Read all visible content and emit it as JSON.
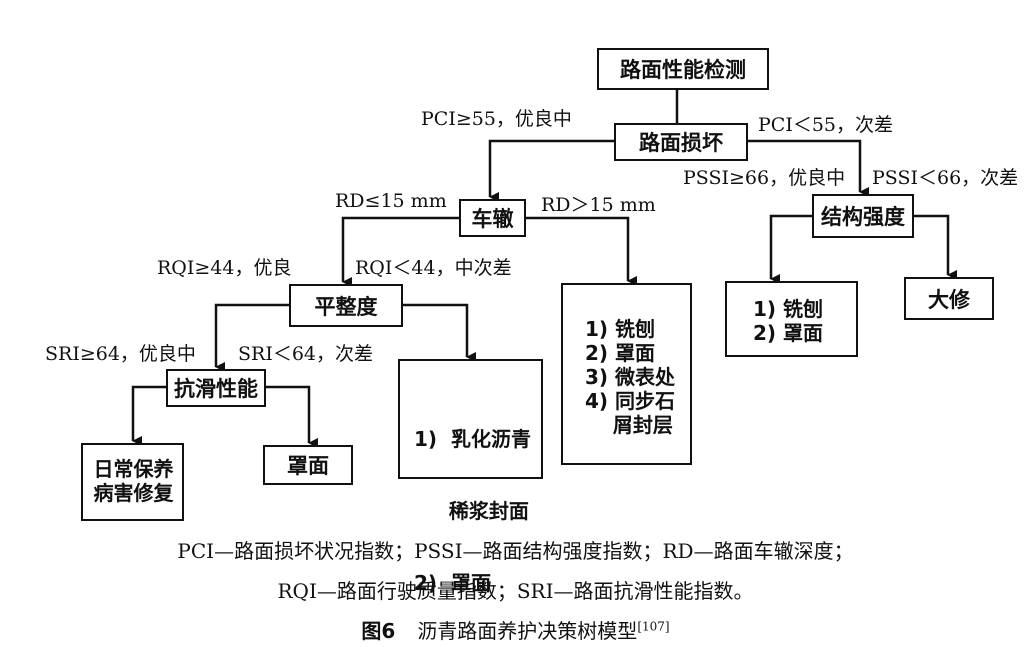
{
  "nodes": {
    "root": "路面性能检测",
    "damage": "路面损坏",
    "rutting": "车辙",
    "structure": "结构强度",
    "smoothness": "平整度",
    "skid": "抗滑性能",
    "overhaul": "大修",
    "daily": [
      "日常保养",
      "病害修复"
    ],
    "overlay": "罩面",
    "rqi_low": [
      "1)  乳化沥青",
      "     稀浆封面",
      "2)  罩面"
    ],
    "rd_high": [
      "1) 铣刨",
      "2) 罩面",
      "3) 微表处",
      "4) 同步石",
      "    屑封层"
    ],
    "pssi_low": [
      "1) 铣刨",
      "2) 罩面"
    ]
  },
  "edges": {
    "pci_good": "PCI≥55，优良中",
    "pci_poor": "PCI＜55，次差",
    "pssi_good": "PSSI≥66，优良中",
    "pssi_poor": "PSSI＜66，次差",
    "rd_low": "RD≤15 mm",
    "rd_high": "RD＞15 mm",
    "rqi_good": "RQI≥44，优良",
    "rqi_poor": "RQI＜44，中次差",
    "sri_good": "SRI≥64，优良中",
    "sri_poor": "SRI＜64，次差"
  },
  "caption": {
    "line1": "PCI—路面损坏状况指数；PSSI—路面结构强度指数；RD—路面车辙深度；",
    "line2": "RQI—路面行驶质量指数；SRI—路面抗滑性能指数。"
  },
  "figure": {
    "number": "图6",
    "title": "沥青路面养护决策树模型",
    "citation": "[107]"
  }
}
